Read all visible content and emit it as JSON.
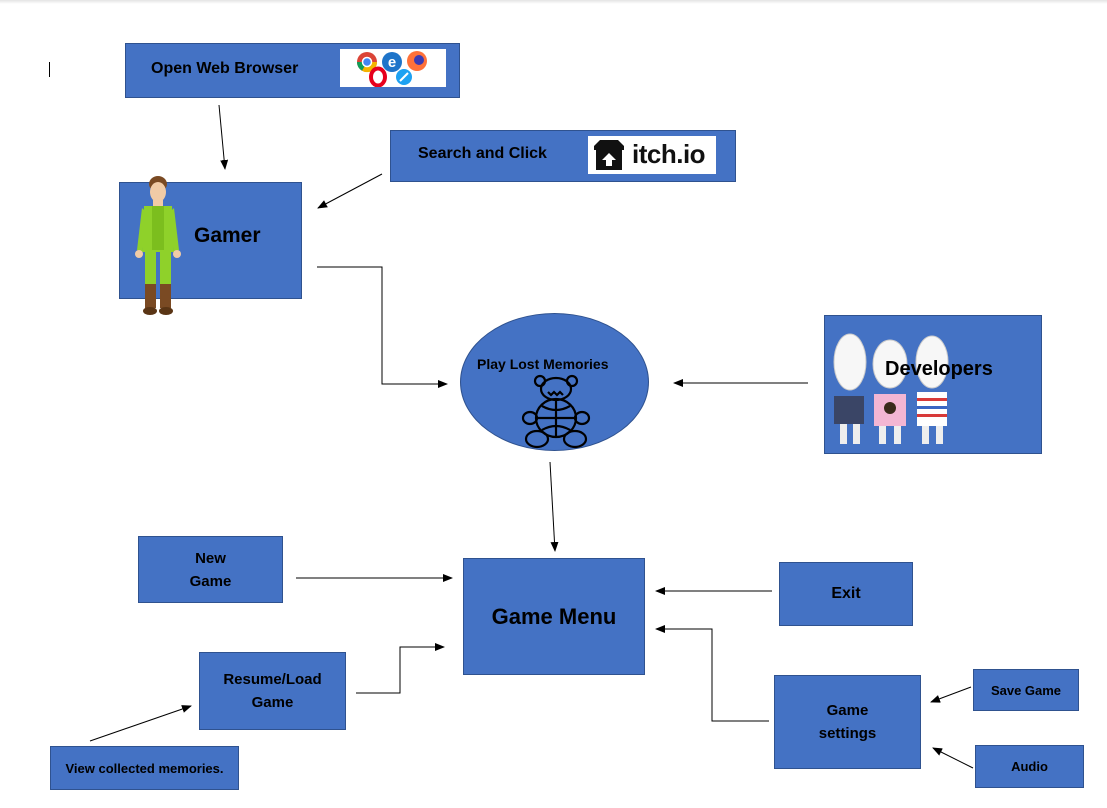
{
  "nodes": {
    "open_browser": "Open Web Browser",
    "search_click": "Search and Click",
    "itch_logo": "itch.io",
    "gamer": "Gamer",
    "play": "Play Lost Memories",
    "developers": "Developers",
    "new_game": [
      "New",
      "Game"
    ],
    "game_menu": "Game Menu",
    "exit": "Exit",
    "resume_load": [
      "Resume/Load",
      "Game"
    ],
    "game_settings": [
      "Game",
      "settings"
    ],
    "save_game": "Save Game",
    "audio": "Audio",
    "view_memories": "View collected memories."
  },
  "colors": {
    "box_fill": "#4472c4",
    "box_border": "#2f528f",
    "gamer_suit": "#8fd12a"
  },
  "icons": [
    "browser-logos-icon",
    "itch-io-logo-icon",
    "gamer-avatar-icon",
    "bear-icon",
    "developer-avatars-icon"
  ]
}
